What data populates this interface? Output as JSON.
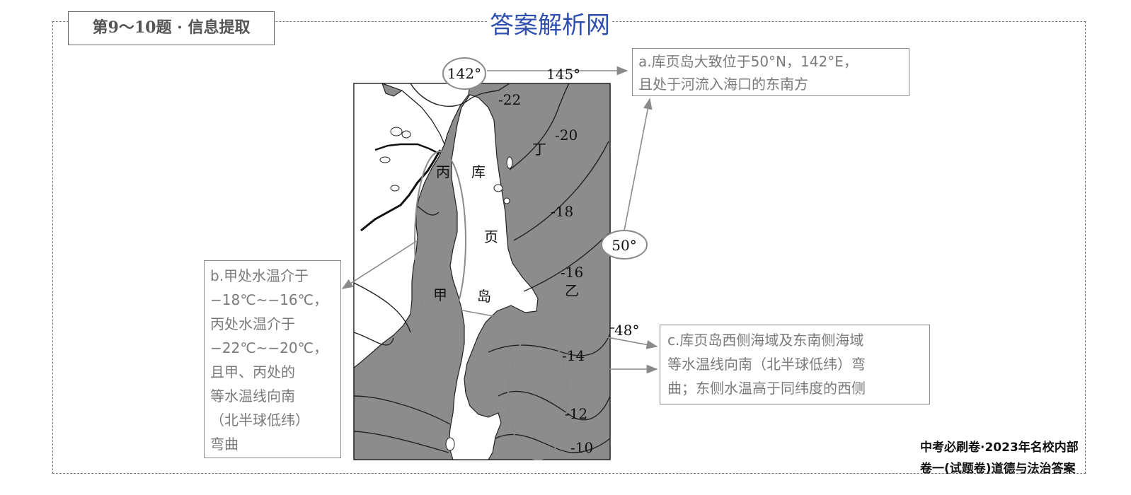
{
  "title": "第9～10题 · 信息提取",
  "watermark": "答案解析网",
  "map": {
    "longitude_labels": [
      "142°",
      "145°"
    ],
    "latitude_labels": [
      "50°",
      "48°"
    ],
    "isotherm_labels": [
      "-22",
      "-20",
      "-18",
      "-16",
      "-14",
      "-12",
      "-10"
    ],
    "place_labels": [
      "丙",
      "库",
      "页",
      "甲",
      "岛",
      "丁",
      "乙"
    ]
  },
  "notes": {
    "a": [
      "a.库页岛大致位于50°N，142°E，",
      "且处于河流入海口的东南方"
    ],
    "b": [
      "b.甲处水温介于",
      "−18℃~−16℃，",
      "丙处水温介于",
      "−22℃~−20℃，",
      "且甲、丙处的",
      "等水温线向南",
      "（北半球低纬）",
      "弯曲"
    ],
    "c": [
      "c.库页岛西侧海域及东南侧海域",
      "等水温线向南（北半球低纬）弯",
      "曲；东侧水温高于同纬度的西侧"
    ]
  },
  "footer": {
    "line1": "中考必刷卷·2023年名校内部",
    "line2": "卷一(试题卷)道德与法治答案"
  },
  "colors": {
    "sea": "#8c8c8c",
    "land": "#ffffff",
    "line": "#222222",
    "note_border": "#8a8a8a",
    "note_text": "#7a7a7a",
    "watermark": "#2f4fb0"
  }
}
